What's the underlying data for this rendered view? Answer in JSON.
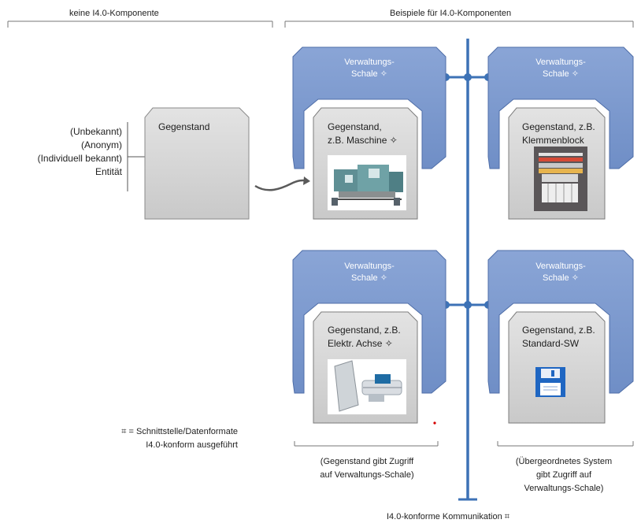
{
  "headings": {
    "left": "keine I4.0-Komponente",
    "right": "Beispiele für I4.0-Komponenten"
  },
  "entity": {
    "labels": [
      "(Unbekannt)",
      "(Anonym)",
      "(Individuell bekannt)",
      "Entität"
    ],
    "box_label": "Gegenstand"
  },
  "components": [
    {
      "shell_label_1": "Verwaltungs-",
      "shell_label_2": "Schale ✧",
      "asset_label_1": "Gegenstand,",
      "asset_label_2": "z.B. Maschine ✧",
      "image": "machine-image"
    },
    {
      "shell_label_1": "Verwaltungs-",
      "shell_label_2": "Schale ✧",
      "asset_label_1": "Gegenstand, z.B.",
      "asset_label_2": "Klemmenblock",
      "image": "terminal-block-image"
    },
    {
      "shell_label_1": "Verwaltungs-",
      "shell_label_2": "Schale ✧",
      "asset_label_1": "Gegenstand, z.B.",
      "asset_label_2": "Elektr. Achse ✧",
      "image": "electric-axis-image"
    },
    {
      "shell_label_1": "Verwaltungs-",
      "shell_label_2": "Schale ✧",
      "asset_label_1": "Gegenstand, z.B.",
      "asset_label_2": "Standard-SW",
      "image": "floppy-disk-icon"
    }
  ],
  "legend": {
    "line_1": "⌗ = Schnittstelle/Datenformate",
    "line_2": "I4.0-konform ausgeführt"
  },
  "captions": {
    "left_1": "(Gegenstand gibt Zugriff",
    "left_2": "auf Verwaltungs-Schale)",
    "right_1": "(Übergeordnetes System",
    "right_2": "gibt Zugriff auf",
    "right_3": "Verwaltungs-Schale)"
  },
  "communication_label": "I4.0-konforme Kommunikation ⌗",
  "colors": {
    "shell_fill": "#7c98cb",
    "shell_stroke": "#4f6ea8",
    "asset_fill": "#d6d6d6",
    "asset_stroke": "#7c7c7c",
    "bus": "#3d72b6"
  }
}
